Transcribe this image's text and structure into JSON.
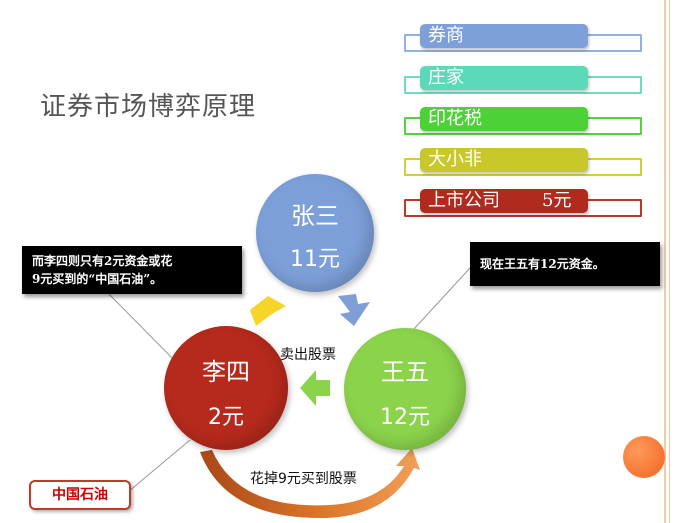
{
  "slide": {
    "title": "证券市场博弈原理",
    "tags": [
      {
        "label": "券商",
        "extra": "",
        "color": "#7ea0d9",
        "border": "#8fb0e8"
      },
      {
        "label": "庄家",
        "extra": "",
        "color": "#5cd9b9",
        "border": "#6fdcc0"
      },
      {
        "label": "印花税",
        "extra": "",
        "color": "#4cd136",
        "border": "#5acf44"
      },
      {
        "label": "大小非",
        "extra": "",
        "color": "#c8c82a",
        "border": "#cfcf3a"
      },
      {
        "label": "上市公司",
        "extra": "5元",
        "color": "#b02b1e",
        "border": "#b8382a"
      }
    ],
    "callout_left": "而李四则只有2元资金或花\n9元买到的“中国石油”。",
    "callout_right": "现在王五有12元资金。",
    "nodes": {
      "zhangsan": {
        "name": "张三",
        "money": "11元",
        "color": "#7c9fd8"
      },
      "lisi": {
        "name": "李四",
        "money": "2元",
        "color": "#b52a1c"
      },
      "wangwu": {
        "name": "王五",
        "money": "12元",
        "color": "#8bd34b"
      }
    },
    "label_sell": "卖出股票",
    "label_buy": "花掉9元买到股票",
    "stock_label": "中国石油"
  }
}
